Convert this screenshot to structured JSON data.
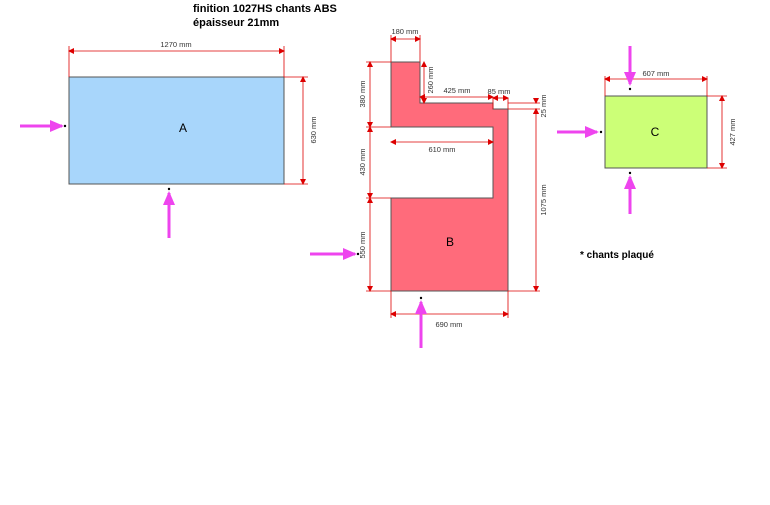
{
  "title": {
    "line1": "finition 1027HS chants ABS",
    "line2": "épaisseur 21mm"
  },
  "note": "* chants plaqué",
  "colors": {
    "panel_a": "#a8d6fb",
    "panel_b": "#ff6b7b",
    "panel_c": "#ccff77",
    "dimension_line": "#e00000",
    "arrow": "#ee44ee"
  },
  "panels": {
    "a": {
      "label": "A",
      "dims": {
        "width": "1270 mm",
        "height": "630 mm"
      }
    },
    "b": {
      "label": "B",
      "dims": {
        "d180": "180 mm",
        "d260": "260 mm",
        "d425": "425 mm",
        "d85": "85 mm",
        "d380": "380 mm",
        "d25": "25 mm",
        "d610": "610 mm",
        "d430": "430 mm",
        "d1075": "1075 mm",
        "d550": "550 mm",
        "d690": "690 mm"
      }
    },
    "c": {
      "label": "C",
      "dims": {
        "width": "607 mm",
        "height": "427 mm"
      }
    }
  }
}
